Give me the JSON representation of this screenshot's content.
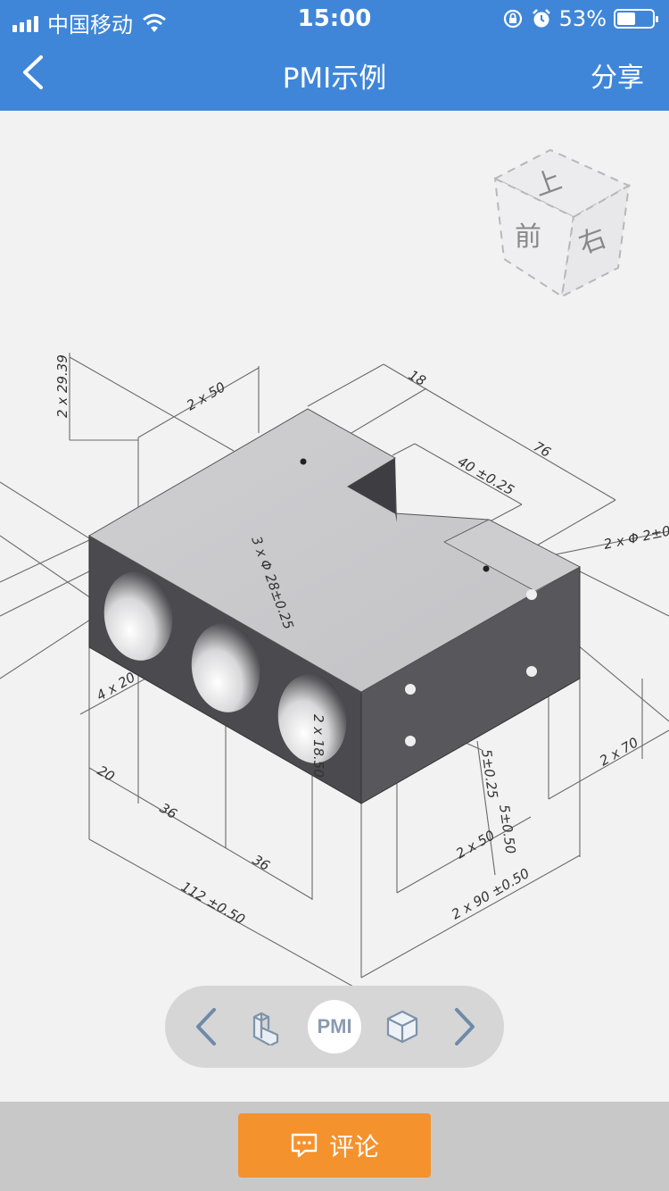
{
  "status_bar": {
    "carrier": "中国移动",
    "time": "15:00",
    "battery_percent": "53%",
    "battery_level": 0.53,
    "icons": [
      "signal-icon",
      "wifi-icon",
      "orientation-lock-icon",
      "alarm-icon",
      "battery-icon"
    ]
  },
  "nav": {
    "title": "PMI示例",
    "share_label": "分享",
    "back_icon": "chevron-left-icon"
  },
  "view_cube": {
    "top": "上",
    "front": "前",
    "right": "右"
  },
  "drawing": {
    "dims": {
      "d_2x2939": "2 x 29.39",
      "d_2x50_top": "2 x 50",
      "d_18": "18",
      "d_76": "76",
      "d_40": "40 ±0.25",
      "d_2phi": "2 x Φ  2±0",
      "d_3phi": "3 x Φ  28±0.25",
      "d_4x20": "4 x 20",
      "d_2x1850": "2 x 18.50",
      "d_20": "20",
      "d_36a": "36",
      "d_36b": "36",
      "d_112": "112 ±0.50",
      "d_5a": "5±0.25",
      "d_5b": "5±0.50",
      "d_2x50_bot": "2 x 50",
      "d_2x70": "2 x 70",
      "d_2x90": "2 x 90 ±0.50"
    }
  },
  "toolbar": {
    "pmi_label": "PMI",
    "icons": [
      "chevron-left-icon",
      "part-model-icon",
      "pmi-icon",
      "cube-view-icon",
      "chevron-right-icon"
    ]
  },
  "bottom": {
    "comment_label": "评论",
    "comment_icon": "comment-icon"
  },
  "colors": {
    "header": "#3f86d8",
    "comment_button": "#f4922e",
    "top_face": "#c9c9cc",
    "front_face": "#4b4b4f",
    "side_face": "#5a5a5e"
  }
}
